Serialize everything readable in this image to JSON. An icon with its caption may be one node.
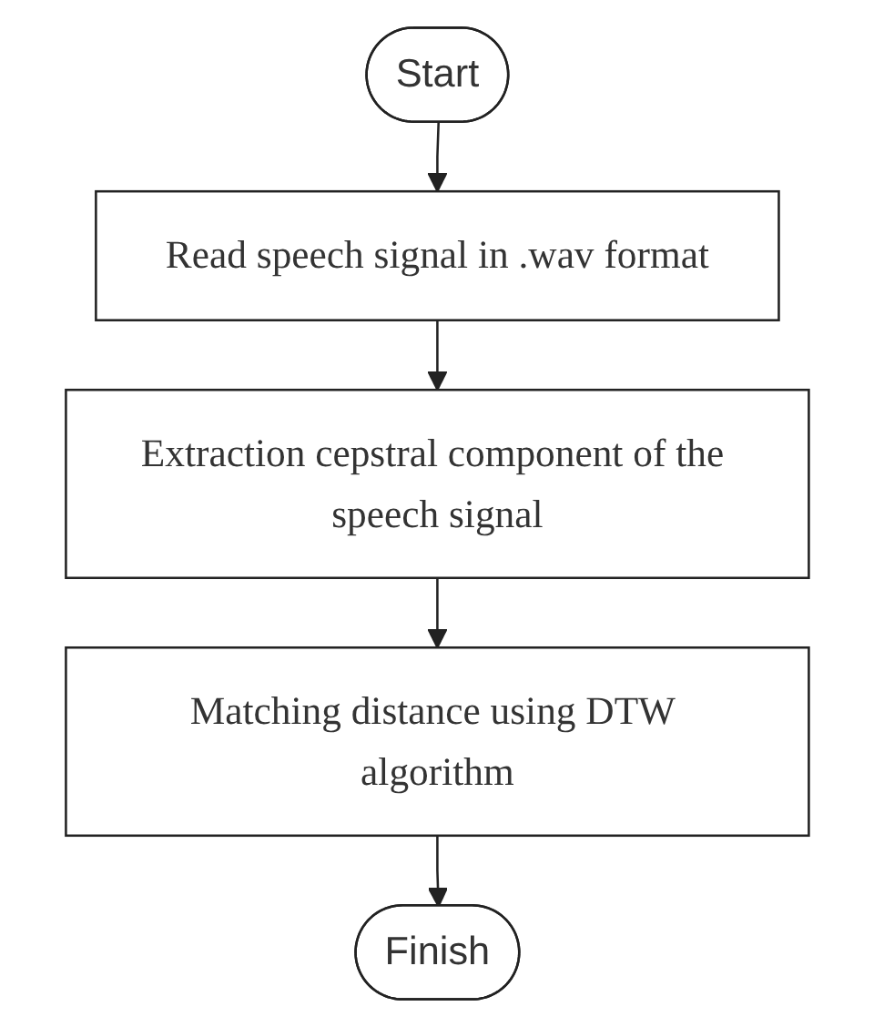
{
  "diagram": {
    "nodes": [
      {
        "text": [
          "Start"
        ]
      },
      {
        "text": [
          "Read speech signal in .wav format"
        ]
      },
      {
        "text": [
          "Extraction cepstral component of the speech signal"
        ]
      },
      {
        "text": [
          "Matching distance using DTW algorithm"
        ]
      },
      {
        "text": [
          "Finish"
        ]
      }
    ],
    "edges": [
      {
        "from": 0,
        "to": 1,
        "arrow": "to"
      },
      {
        "from": 1,
        "to": 2,
        "arrow": "to"
      },
      {
        "from": 2,
        "to": 3,
        "arrow": "to"
      },
      {
        "from": 3,
        "to": 4,
        "arrow": "to"
      }
    ]
  }
}
